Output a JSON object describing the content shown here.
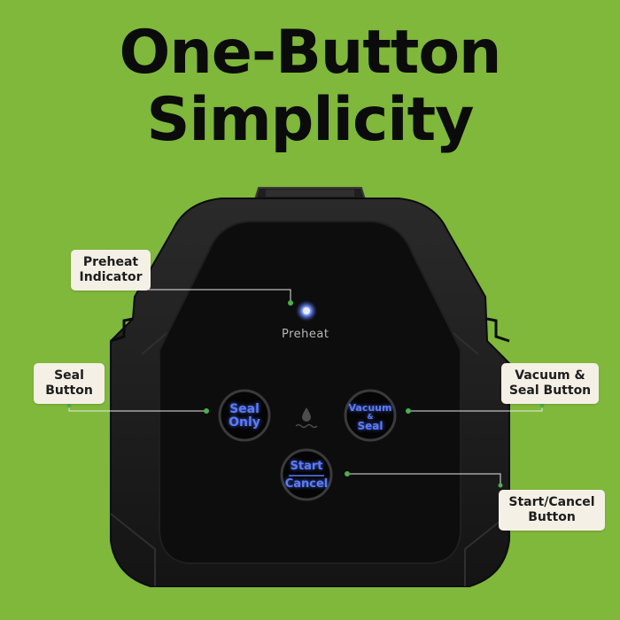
{
  "headline": {
    "line1": "One-Button",
    "line2": "Simplicity"
  },
  "device": {
    "preheat_label": "Preheat",
    "buttons": {
      "seal_only": {
        "line1": "Seal",
        "line2": "Only"
      },
      "vacuum_seal": {
        "line1": "Vacuum",
        "line2": "&",
        "line3": "Seal"
      },
      "start_cancel": {
        "line1": "Start",
        "line2": "Cancel"
      }
    }
  },
  "callouts": {
    "preheat": {
      "line1": "Preheat",
      "line2": "Indicator"
    },
    "seal": {
      "line1": "Seal",
      "line2": "Button"
    },
    "vacuum": {
      "line1": "Vacuum &",
      "line2": "Seal Button"
    },
    "start_cancel": {
      "line1": "Start/Cancel",
      "line2": "Button"
    }
  },
  "colors": {
    "background": "#7fb83a",
    "device_body": "#1c1c1c",
    "button_glow": "#5a7bff",
    "callout_bg": "#f5f0e6",
    "leader_dot": "#4caf50"
  }
}
